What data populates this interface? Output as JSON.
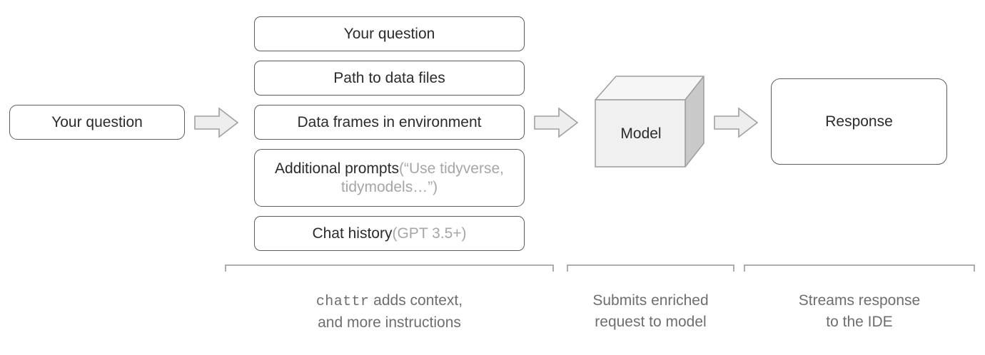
{
  "diagram": {
    "title": "chattr context flow",
    "colors": {
      "box_border": "#5c5c5c",
      "box_fill": "#ffffff",
      "text": "#2b2b2b",
      "muted_text": "#a6a6a6",
      "caption_text": "#6e6e6e",
      "arrow_fill": "#eeeeee",
      "arrow_border": "#a0a0a0",
      "cube_front": "#f0f0f0",
      "cube_top": "#f7f7f7",
      "cube_side": "#c9c9c9",
      "bracket": "#adadad"
    }
  },
  "input": {
    "question_label": "Your question"
  },
  "context_stack": {
    "items": [
      {
        "label": "Your question",
        "note": ""
      },
      {
        "label": "Path to data files",
        "note": ""
      },
      {
        "label": "Data frames in environment",
        "note": ""
      },
      {
        "label": "Additional prompts",
        "note": "(“Use tidyverse, tidymodels…”)"
      },
      {
        "label": "Chat history",
        "note": "(GPT 3.5+)"
      }
    ]
  },
  "model": {
    "label": "Model"
  },
  "output": {
    "response_label": "Response"
  },
  "arrows": [
    {
      "name": "arrow-question-to-context"
    },
    {
      "name": "arrow-context-to-model"
    },
    {
      "name": "arrow-model-to-response"
    }
  ],
  "captions": [
    {
      "mono_word": "chattr",
      "rest_line1": " adds context,",
      "line2": "and more instructions"
    },
    {
      "line1": "Submits enriched",
      "line2": "request to model"
    },
    {
      "line1": "Streams response",
      "line2": "to the IDE"
    }
  ]
}
